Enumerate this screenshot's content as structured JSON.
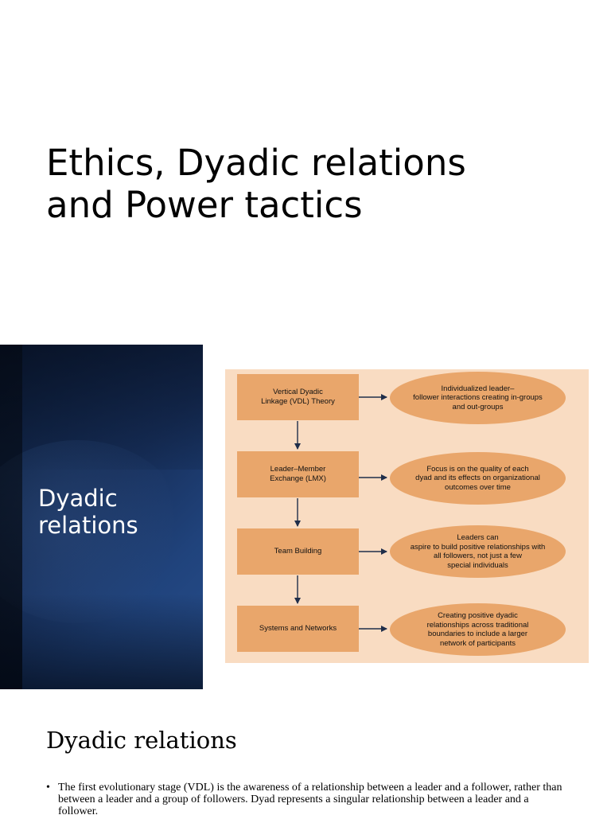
{
  "slide1": {
    "title_lines": [
      "Ethics, Dyadic relations",
      "and Power tactics"
    ]
  },
  "slide2": {
    "panel_title_lines": [
      "Dyadic",
      "relations"
    ],
    "colors": {
      "panel_dark": "#0b1a33",
      "panel_light": "#274e8c",
      "diagram_bg": "#f9dcc2",
      "shape_fill": "#e9a66b",
      "arrow": "#1f2e4a"
    },
    "diagram": {
      "stages": [
        {
          "box_lines": [
            "Vertical Dyadic",
            "Linkage (VDL) Theory"
          ],
          "ellipse_lines": [
            "Individualized leader–",
            "follower interactions creating in-groups",
            "and out-groups"
          ]
        },
        {
          "box_lines": [
            "Leader–Member",
            "Exchange (LMX)"
          ],
          "ellipse_lines": [
            "Focus is on the quality of each",
            "dyad and its effects on organizational",
            "outcomes over time"
          ]
        },
        {
          "box_lines": [
            "Team Building"
          ],
          "ellipse_lines": [
            "Leaders can",
            "aspire to build positive relationships with",
            "all followers, not just a few",
            "special individuals"
          ]
        },
        {
          "box_lines": [
            "Systems and Networks"
          ],
          "ellipse_lines": [
            "Creating positive dyadic",
            "relationships across traditional",
            "boundaries to include a larger",
            "network of participants"
          ]
        }
      ]
    }
  },
  "slide3": {
    "heading": "Dyadic relations",
    "bullet_symbol": "•",
    "bullets": [
      "The first evolutionary stage (VDL) is the awareness of a relationship between a leader and a follower, rather than between a leader and a group of followers. Dyad represents a singular relationship between a leader and a follower."
    ]
  }
}
